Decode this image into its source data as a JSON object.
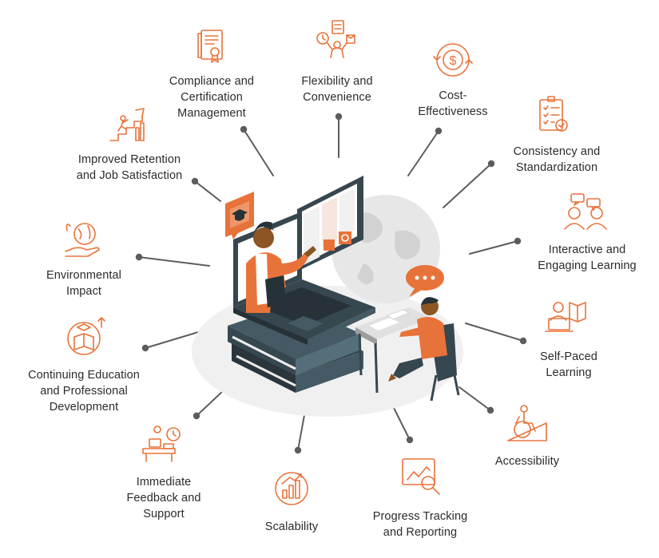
{
  "colors": {
    "accent": "#e8733a",
    "connector": "#5c5c5c",
    "dark": "#37474f",
    "globe": "#e6e6e6"
  },
  "benefits": [
    {
      "id": "compliance",
      "label": "Compliance and\nCertification\nManagement",
      "icon": "certificate-icon"
    },
    {
      "id": "flexibility",
      "label": "Flexibility and\nConvenience",
      "icon": "person-tasks-icon"
    },
    {
      "id": "cost",
      "label": "Cost-\nEffectiveness",
      "icon": "dollar-cycle-icon"
    },
    {
      "id": "consistency",
      "label": "Consistency and\nStandardization",
      "icon": "clipboard-check-icon"
    },
    {
      "id": "interactive",
      "label": "Interactive and\nEngaging Learning",
      "icon": "people-chat-icon"
    },
    {
      "id": "selfpaced",
      "label": "Self-Paced\nLearning",
      "icon": "laptop-reading-icon"
    },
    {
      "id": "accessibility",
      "label": "Accessibility",
      "icon": "wheelchair-ramp-icon"
    },
    {
      "id": "progress",
      "label": "Progress Tracking\nand Reporting",
      "icon": "chart-magnifier-icon"
    },
    {
      "id": "scalability",
      "label": "Scalability",
      "icon": "growth-bars-icon"
    },
    {
      "id": "feedback",
      "label": "Immediate\nFeedback and\nSupport",
      "icon": "desk-clock-icon"
    },
    {
      "id": "continuing",
      "label": "Continuing Education\nand Professional\nDevelopment",
      "icon": "book-cap-icon"
    },
    {
      "id": "environmental",
      "label": "Environmental\nImpact",
      "icon": "hand-globe-icon"
    },
    {
      "id": "retention",
      "label": "Improved Retention\nand Job Satisfaction",
      "icon": "climbing-stairs-icon"
    }
  ]
}
